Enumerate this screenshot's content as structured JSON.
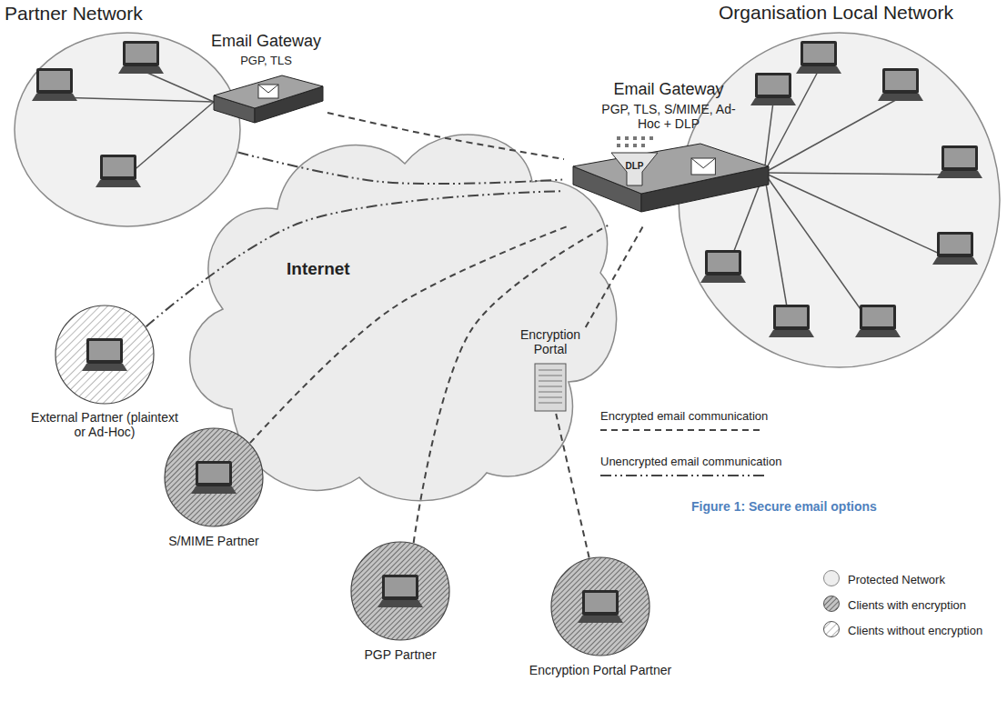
{
  "diagram": {
    "caption": "Figure 1: Secure email options",
    "nodes": [
      {
        "text": [
          "Partner Network"
        ]
      },
      {
        "text": [
          "Email Gateway",
          "PGP, TLS"
        ],
        "in": 0
      },
      {
        "text": [
          "Organisation Local Network"
        ]
      },
      {
        "text": [
          "Email Gateway",
          "PGP, TLS, S/MIME, Ad-Hoc + DLP",
          "DLP"
        ],
        "in": 2
      },
      {
        "text": [
          "Internet"
        ]
      },
      {
        "text": [
          "Encryption Portal"
        ],
        "in": 4
      },
      {
        "text": [
          "External Partner (plaintext or Ad-Hoc)"
        ]
      },
      {
        "text": [
          "S/MIME Partner"
        ]
      },
      {
        "text": [
          "PGP Partner"
        ]
      },
      {
        "text": [
          "Encryption Portal Partner"
        ]
      }
    ],
    "edges": [
      {
        "from": 1,
        "to": 3,
        "arrow": "none"
      },
      {
        "from": 0,
        "to": 3,
        "arrow": "none"
      },
      {
        "from": 6,
        "to": 3,
        "arrow": "none"
      },
      {
        "from": 7,
        "to": 3,
        "arrow": "none"
      },
      {
        "from": 8,
        "to": 3,
        "arrow": "none"
      },
      {
        "from": 9,
        "to": 5,
        "arrow": "none"
      },
      {
        "from": 5,
        "to": 3,
        "arrow": "none"
      }
    ],
    "legend": [
      {
        "text": "Encrypted email communication"
      },
      {
        "text": "Unencrypted email communication"
      },
      {
        "text": "Protected Network",
        "color": "#eeeeee"
      },
      {
        "text": "Clients with encryption"
      },
      {
        "text": "Clients without encryption"
      }
    ]
  }
}
